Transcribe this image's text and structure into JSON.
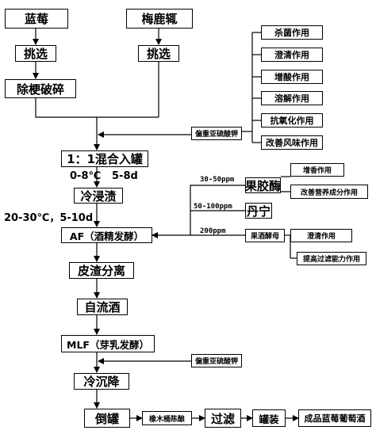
{
  "nodes": {
    "blueberry": "蓝莓",
    "kiwi": "梅鹿辄",
    "sort_left": "挑选",
    "sort_right": "挑选",
    "destem": "除梗破碎",
    "mix": "1：1混合入罐",
    "cold_soak": "冷浸渍",
    "af": "AF（酒精发酵）",
    "separation": "皮渣分离",
    "free_run": "自流酒",
    "mlf": "MLF（芽乳发酵）",
    "cold_settle": "冷沉降",
    "rack": "倒罐",
    "oak_age": "橡木桶陈酿",
    "filter": "过滤",
    "bottle": "罐装",
    "product": "成品蓝莓葡萄酒",
    "so2_1": "偏重亚硫酸钾",
    "so2_2": "偏重亚硫酸钾",
    "pectinase": "果胶酶",
    "tannin": "丹宁",
    "yeast": "果酒酵母"
  },
  "effects": {
    "so2": [
      "杀菌作用",
      "澄清作用",
      "增酸作用",
      "溶解作用",
      "抗氧化作用",
      "改善风味作用"
    ],
    "pectinase_effect": "增香作用",
    "tannin_effect": "改善营养成分作用",
    "yeast_effects": [
      "澄清作用",
      "提高过滤能力作用"
    ]
  },
  "labels": {
    "cold_temp": "0-8℃",
    "cold_days": "5-8d",
    "af_cond": "20-30℃，5-10d",
    "pectinase_dose": "30-50ppm",
    "tannin_dose": "50-100ppm",
    "yeast_dose": "200ppm"
  }
}
